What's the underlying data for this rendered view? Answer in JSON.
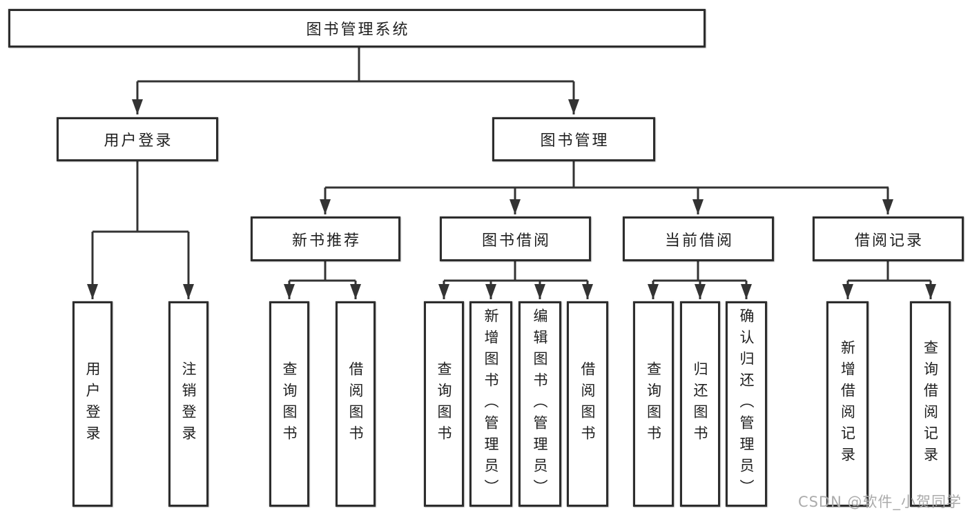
{
  "tree": {
    "root": "图书管理系统",
    "branches": [
      {
        "label": "用户登录",
        "children": [
          "用户登录",
          "注销登录"
        ]
      },
      {
        "label": "图书管理",
        "sections": [
          {
            "label": "新书推荐",
            "children": [
              "查询图书",
              "借阅图书"
            ]
          },
          {
            "label": "图书借阅",
            "children": [
              "查询图书",
              "新增图书（管理员）",
              "编辑图书（管理员）",
              "借阅图书"
            ]
          },
          {
            "label": "当前借阅",
            "children": [
              "查询图书",
              "归还图书",
              "确认归还（管理员）"
            ]
          },
          {
            "label": "借阅记录",
            "children": [
              "新增借阅记录",
              "查询借阅记录"
            ]
          }
        ]
      }
    ]
  },
  "watermark": {
    "text": "CSDN @软件_小贺同学"
  },
  "colors": {
    "line": "#333333",
    "border": "#2d2d2d",
    "text": "#1f1f1f",
    "watermark": "#ababab",
    "background": "#ffffff"
  }
}
